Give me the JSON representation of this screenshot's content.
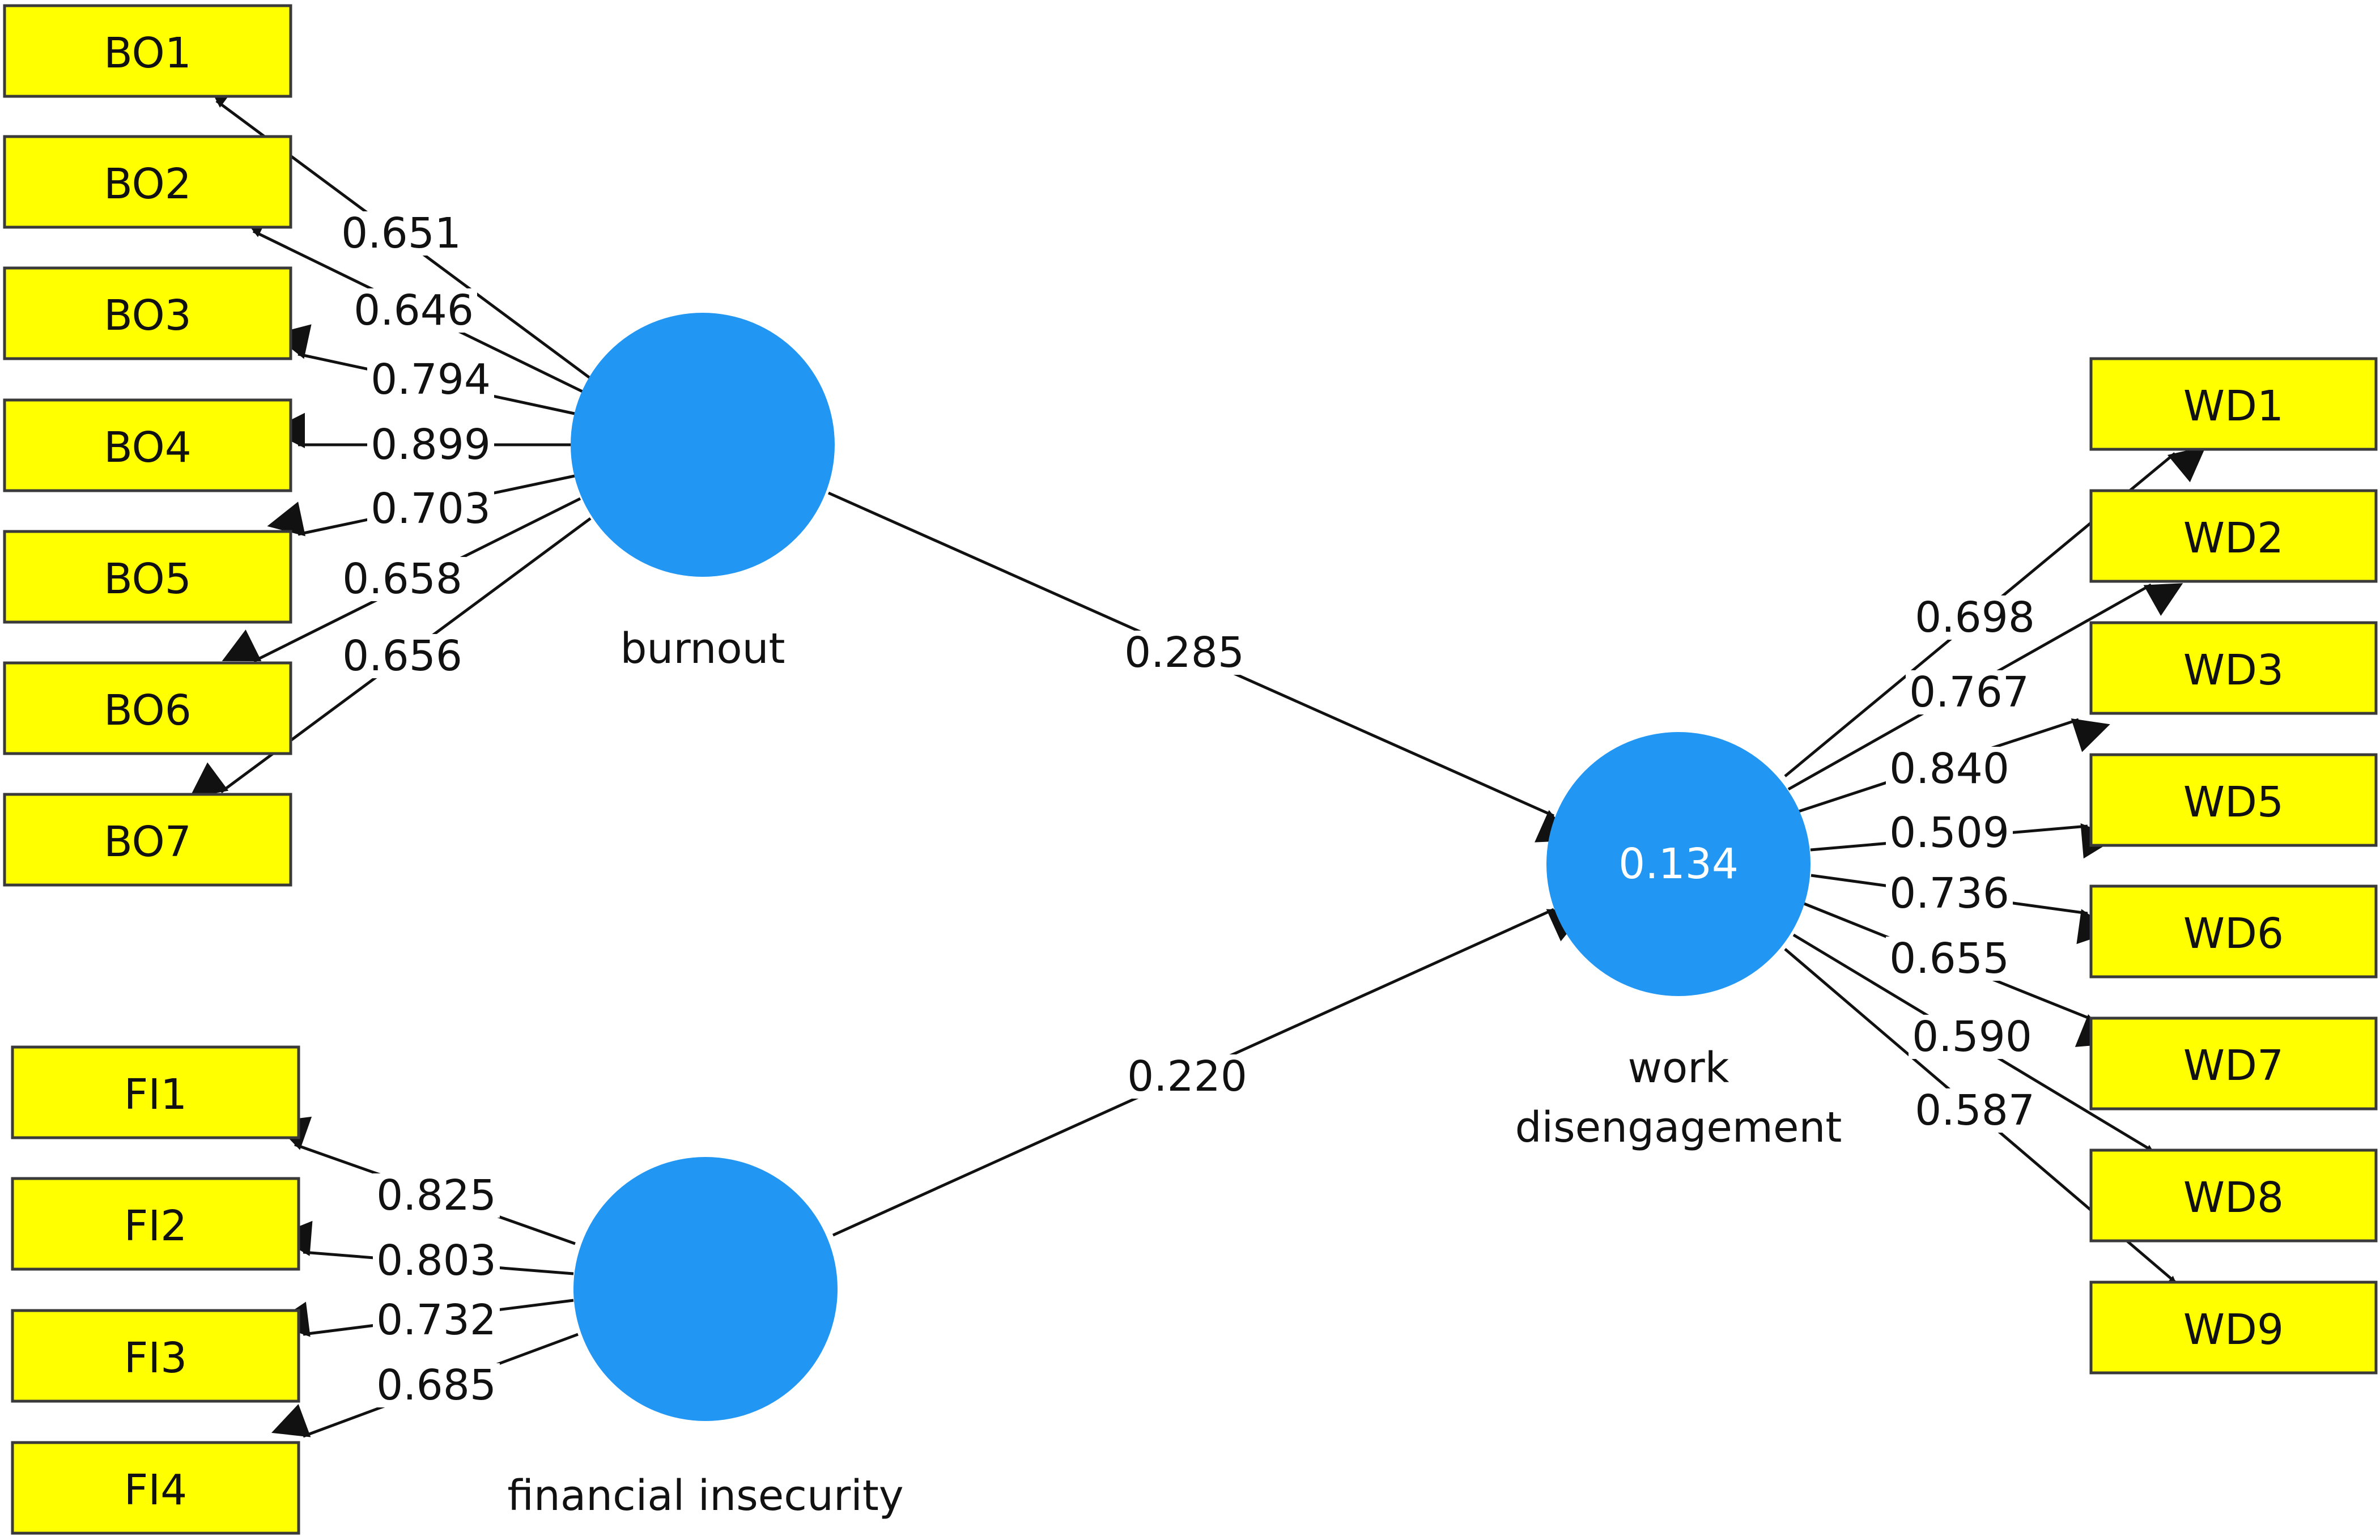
{
  "colors": {
    "indicator_fill": "#ffff00",
    "indicator_stroke": "#3a3a3a",
    "construct_fill": "#2196f3",
    "line": "#111111",
    "value_text": "#ffffff"
  },
  "constructs": [
    {
      "id": "burnout",
      "lines": [
        "burnout"
      ],
      "value": ""
    },
    {
      "id": "financial-insecurity",
      "lines": [
        "financial insecurity"
      ],
      "value": ""
    },
    {
      "id": "work-disengagement",
      "lines": [
        "work",
        "disengagement"
      ],
      "value": "0.134"
    }
  ],
  "indicators": [
    {
      "id": "BO1",
      "label": "BO1",
      "construct": "burnout"
    },
    {
      "id": "BO2",
      "label": "BO2",
      "construct": "burnout"
    },
    {
      "id": "BO3",
      "label": "BO3",
      "construct": "burnout"
    },
    {
      "id": "BO4",
      "label": "BO4",
      "construct": "burnout"
    },
    {
      "id": "BO5",
      "label": "BO5",
      "construct": "burnout"
    },
    {
      "id": "BO6",
      "label": "BO6",
      "construct": "burnout"
    },
    {
      "id": "BO7",
      "label": "BO7",
      "construct": "burnout"
    },
    {
      "id": "FI1",
      "label": "FI1",
      "construct": "financial-insecurity"
    },
    {
      "id": "FI2",
      "label": "FI2",
      "construct": "financial-insecurity"
    },
    {
      "id": "FI3",
      "label": "FI3",
      "construct": "financial-insecurity"
    },
    {
      "id": "FI4",
      "label": "FI4",
      "construct": "financial-insecurity"
    },
    {
      "id": "WD1",
      "label": "WD1",
      "construct": "work-disengagement"
    },
    {
      "id": "WD2",
      "label": "WD2",
      "construct": "work-disengagement"
    },
    {
      "id": "WD3",
      "label": "WD3",
      "construct": "work-disengagement"
    },
    {
      "id": "WD5",
      "label": "WD5",
      "construct": "work-disengagement"
    },
    {
      "id": "WD6",
      "label": "WD6",
      "construct": "work-disengagement"
    },
    {
      "id": "WD7",
      "label": "WD7",
      "construct": "work-disengagement"
    },
    {
      "id": "WD8",
      "label": "WD8",
      "construct": "work-disengagement"
    },
    {
      "id": "WD9",
      "label": "WD9",
      "construct": "work-disengagement"
    }
  ],
  "loadings": [
    {
      "indicator": "BO1",
      "value": "0.651"
    },
    {
      "indicator": "BO2",
      "value": "0.646"
    },
    {
      "indicator": "BO3",
      "value": "0.794"
    },
    {
      "indicator": "BO4",
      "value": "0.899"
    },
    {
      "indicator": "BO5",
      "value": "0.703"
    },
    {
      "indicator": "BO6",
      "value": "0.658"
    },
    {
      "indicator": "BO7",
      "value": "0.656"
    },
    {
      "indicator": "FI1",
      "value": "0.825"
    },
    {
      "indicator": "FI2",
      "value": "0.803"
    },
    {
      "indicator": "FI3",
      "value": "0.732"
    },
    {
      "indicator": "FI4",
      "value": "0.685"
    },
    {
      "indicator": "WD1",
      "value": "0.698"
    },
    {
      "indicator": "WD2",
      "value": "0.767"
    },
    {
      "indicator": "WD3",
      "value": "0.840"
    },
    {
      "indicator": "WD5",
      "value": "0.509"
    },
    {
      "indicator": "WD6",
      "value": "0.736"
    },
    {
      "indicator": "WD7",
      "value": "0.655"
    },
    {
      "indicator": "WD8",
      "value": "0.590"
    },
    {
      "indicator": "WD9",
      "value": "0.587"
    }
  ],
  "paths": [
    {
      "from": "burnout",
      "to": "work-disengagement",
      "value": "0.285"
    },
    {
      "from": "financial-insecurity",
      "to": "work-disengagement",
      "value": "0.220"
    }
  ]
}
